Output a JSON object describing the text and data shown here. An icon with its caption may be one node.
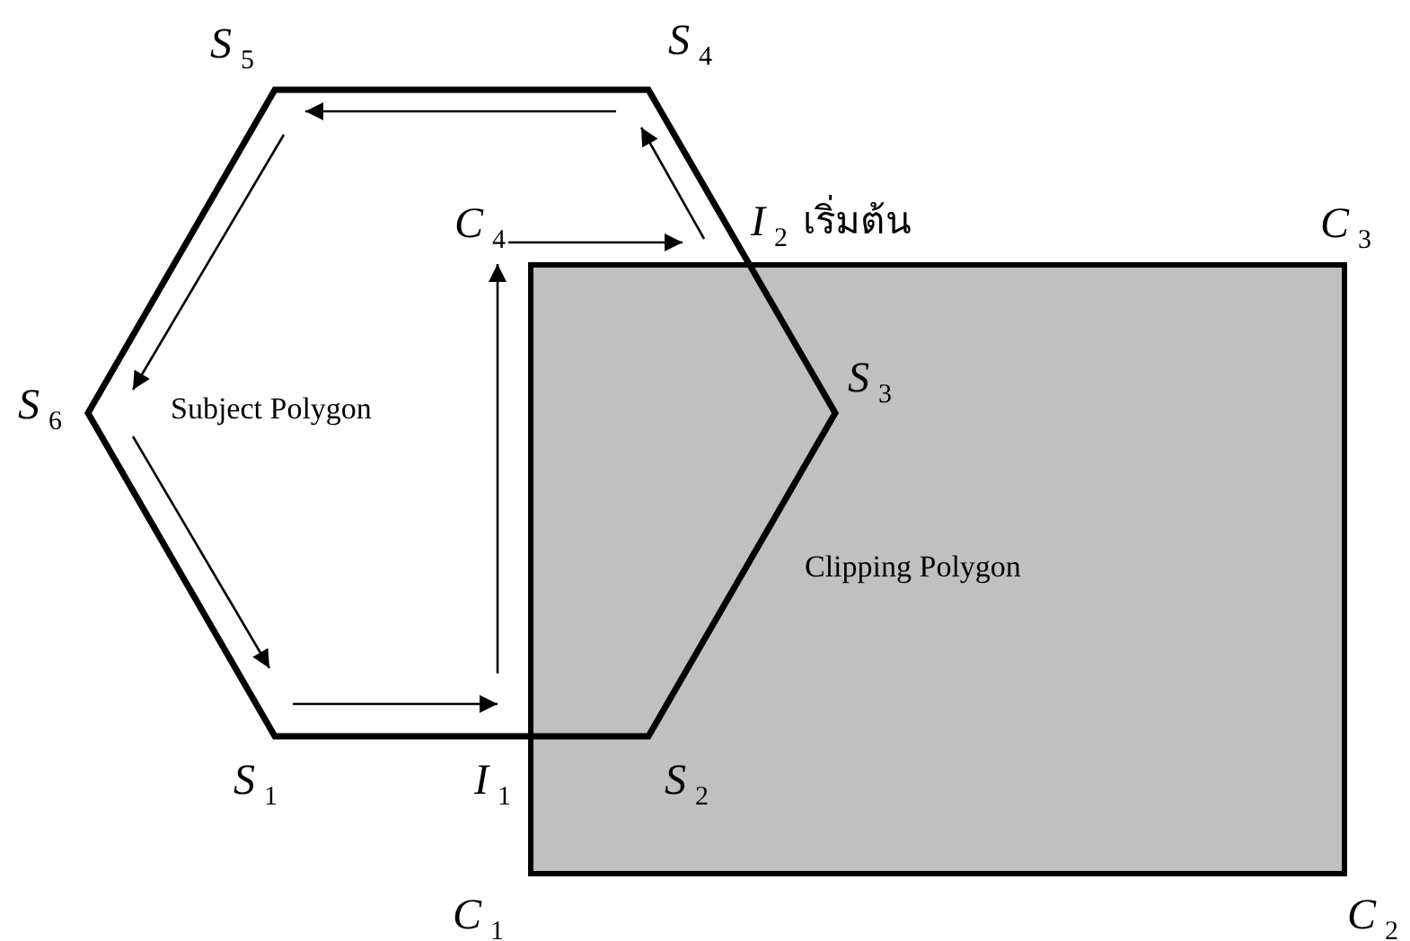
{
  "diagram": {
    "nodes": [
      {
        "text": [
          "Subject Polygon"
        ]
      },
      {
        "text": [
          "Clipping Polygon"
        ]
      }
    ],
    "labels": [
      "*S*$_{5}$",
      "*S*$_{4}$",
      "*C*$_{4}$",
      "*I*$_{2}$",
      "เริ่มต้น",
      "*C*$_{3}$",
      "*S*$_{6}$",
      "*S*$_{3}$",
      "*S*$_{1}$",
      "*I*$_{1}$",
      "*S*$_{2}$",
      "*C*$_{1}$",
      "*C*$_{2}$"
    ]
  }
}
